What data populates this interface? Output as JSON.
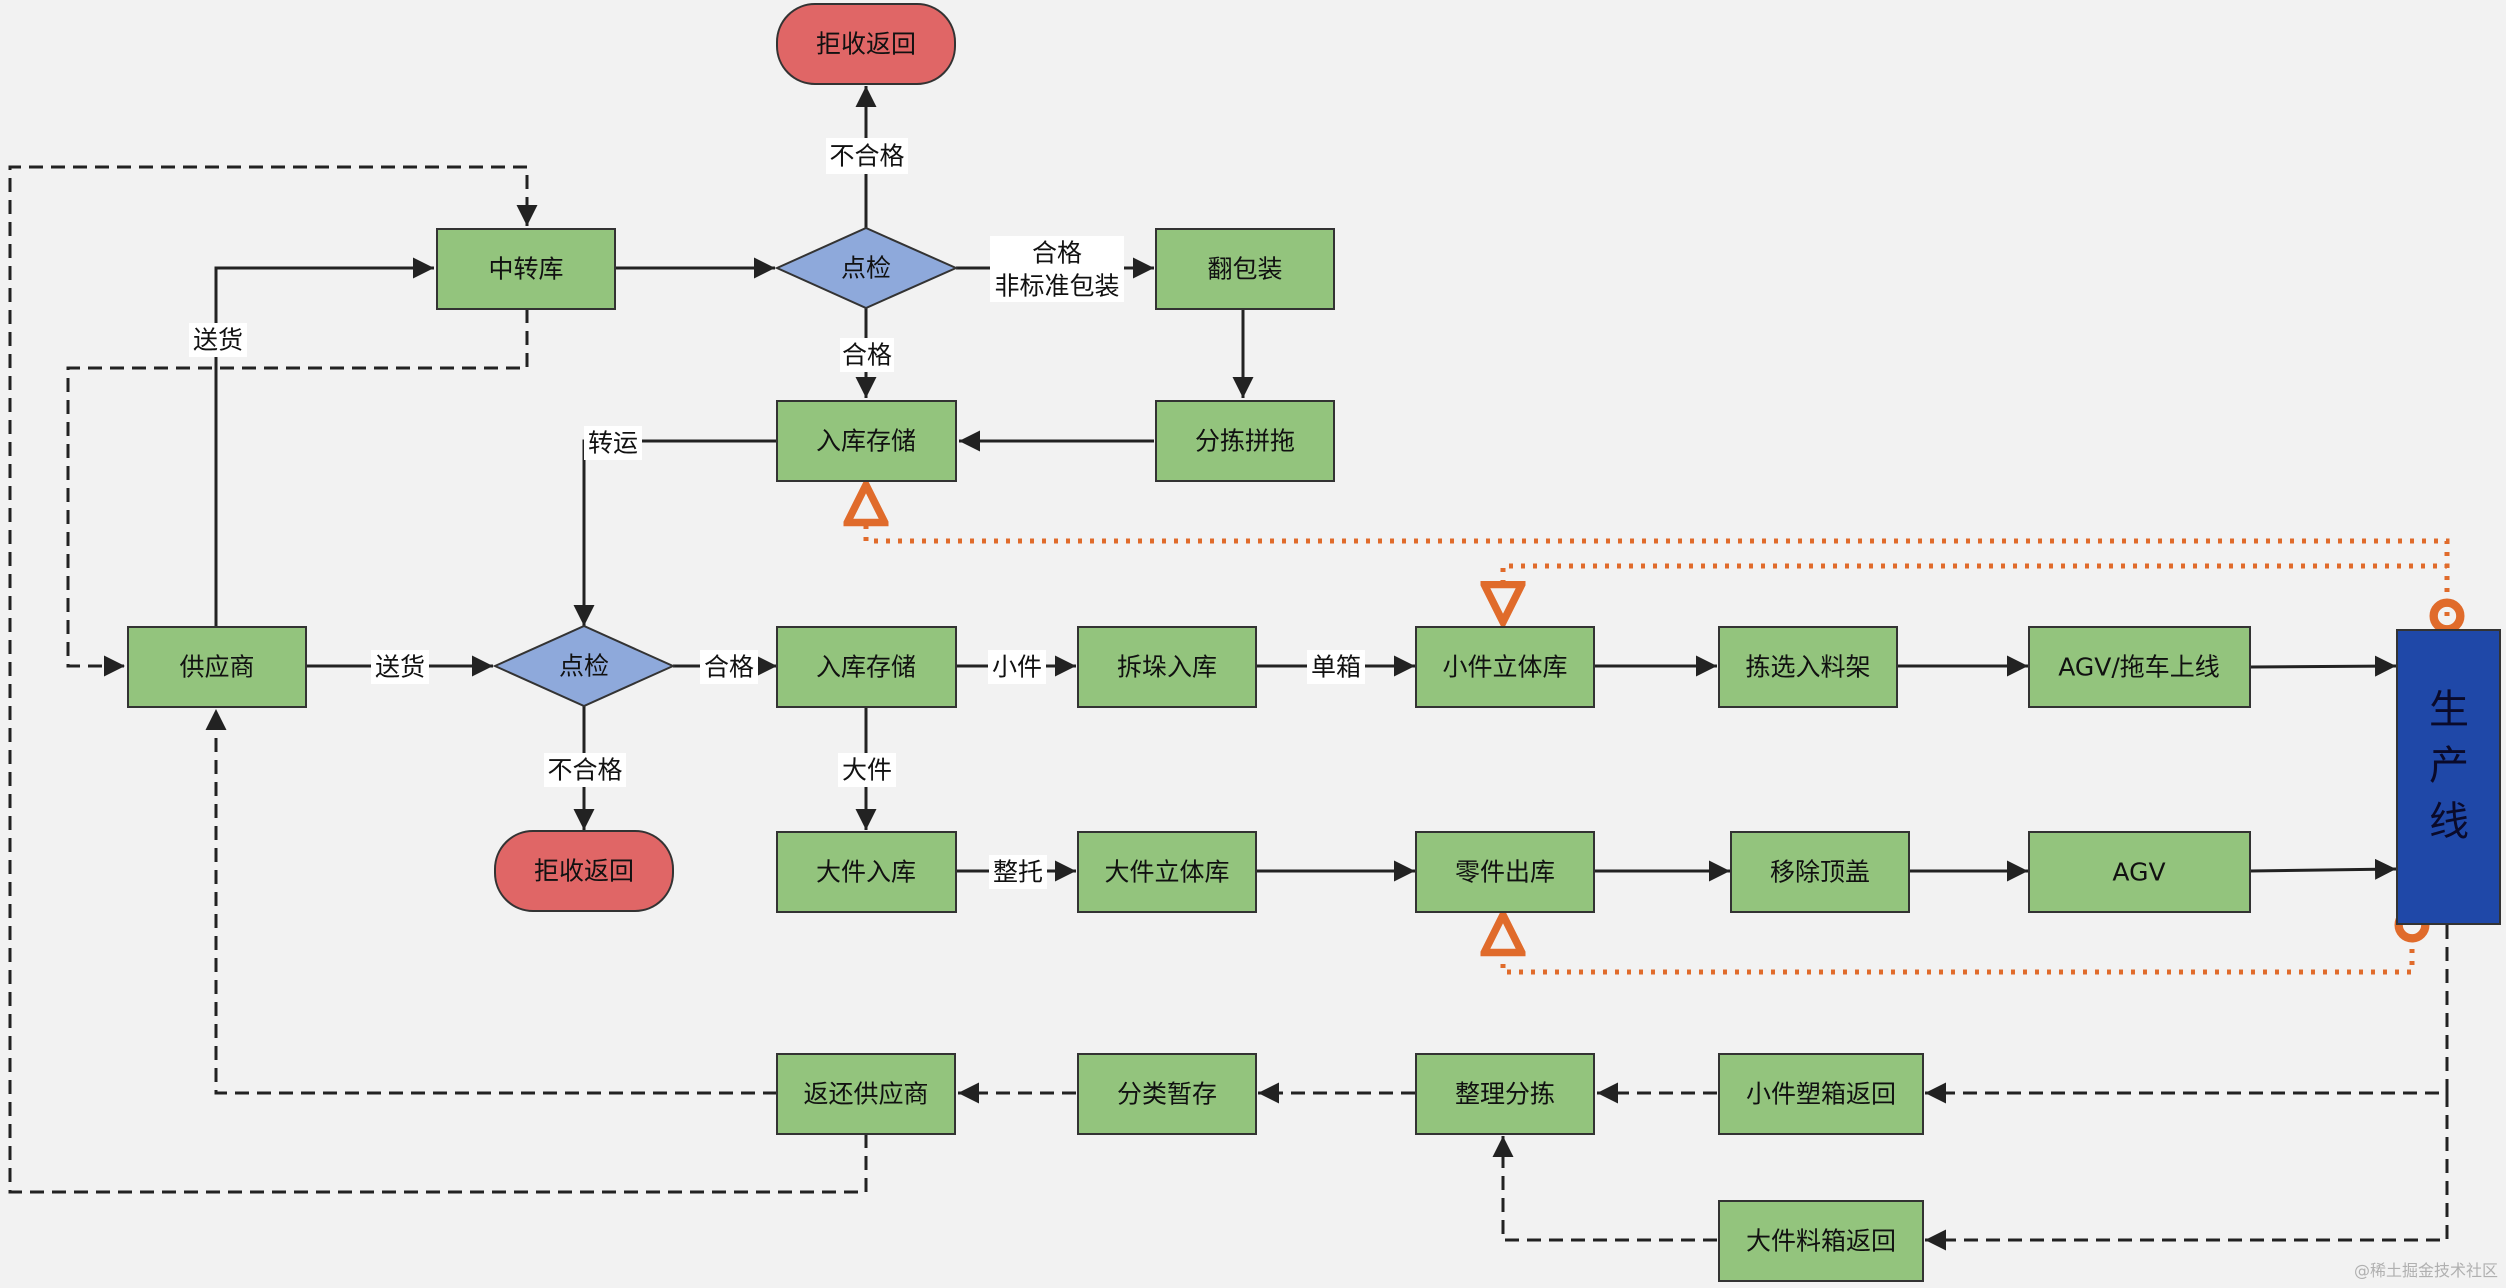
{
  "nodes": {
    "transfer_warehouse": "中转库",
    "inspect_top": "点检",
    "reject_top": "拒收返回",
    "repack": "翻包装",
    "sort_drag": "分拣拼拖",
    "storage_top": "入库存储",
    "supplier": "供应商",
    "inspect_mid": "点检",
    "reject_mid": "拒收返回",
    "storage_mid": "入库存储",
    "depallet": "拆垛入库",
    "small_asrs": "小件立体库",
    "pick_rack": "拣选入料架",
    "agv_tug": "AGV/拖车上线",
    "large_in": "大件入库",
    "large_asrs": "大件立体库",
    "parts_out": "零件出库",
    "remove_cover": "移除顶盖",
    "agv": "AGV",
    "production_line": "生\n产\n线",
    "return_supplier": "返还供应商",
    "classify_temp": "分类暂存",
    "arrange_sort": "整理分拣",
    "small_return": "小件塑箱返回",
    "large_return": "大件料箱返回"
  },
  "edge_labels": {
    "unqualified_top": "不合格",
    "qualified_top": "合格",
    "qualified_nonstd_1": "合格",
    "qualified_nonstd_2": "非标准包装",
    "deliver_up": "送货",
    "transfer": "转运",
    "deliver_right": "送货",
    "qualified_mid": "合格",
    "unqualified_mid": "不合格",
    "small_parts": "小件",
    "single_box": "单箱",
    "large_parts": "大件",
    "whole_pallet": "整托"
  },
  "watermark": "@稀土掘金技术社区",
  "colors": {
    "box_fill": "#93c47d",
    "diamond_fill": "#8ea9db",
    "reject_fill": "#e06666",
    "production_fill": "#1f48a8",
    "orange_dotted": "#e06b2b",
    "line": "#222222"
  }
}
